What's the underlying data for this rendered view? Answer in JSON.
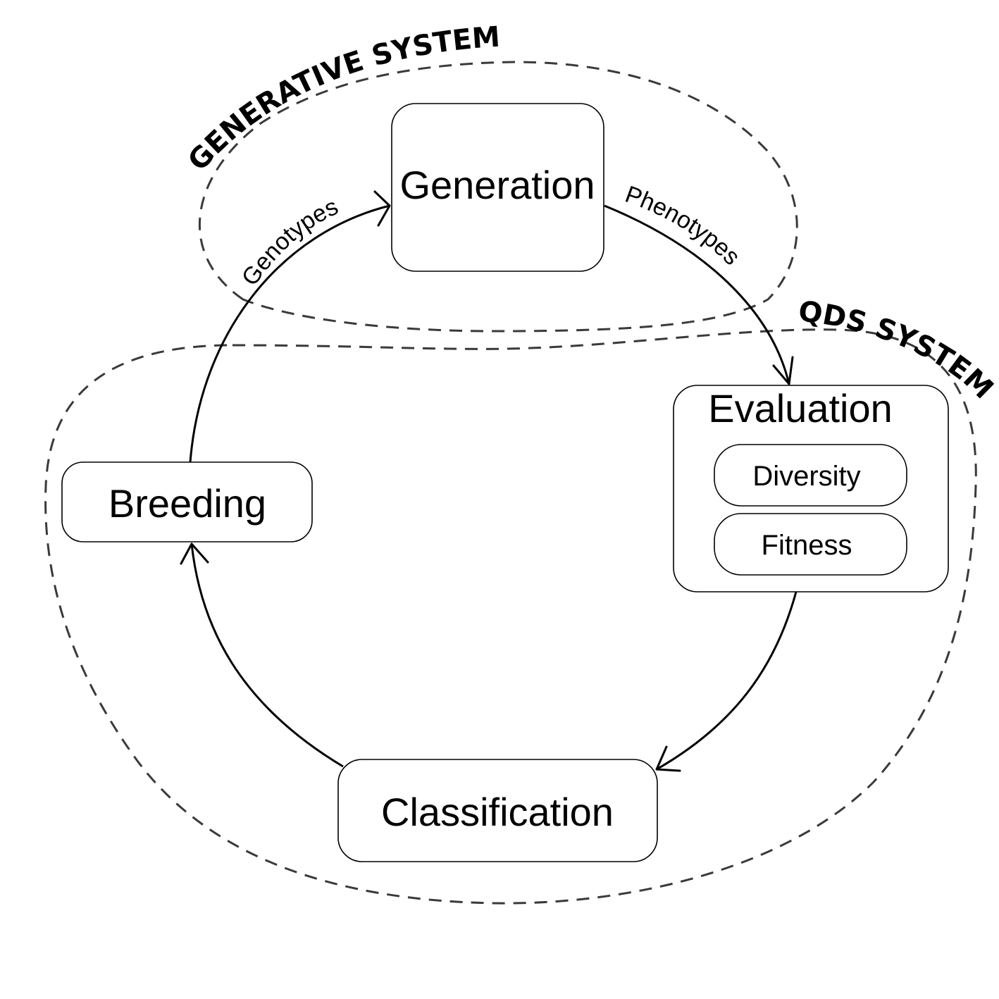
{
  "groups": {
    "generative": {
      "label": "GENERATIVE SYSTEM"
    },
    "qds": {
      "label": "QDS SYSTEM"
    }
  },
  "nodes": {
    "generation": {
      "label": "Generation"
    },
    "evaluation": {
      "label": "Evaluation"
    },
    "diversity": {
      "label": "Diversity"
    },
    "fitness": {
      "label": "Fitness"
    },
    "classification": {
      "label": "Classification"
    },
    "breeding": {
      "label": "Breeding"
    }
  },
  "edges": {
    "genotypes": {
      "label": "Genotypes"
    },
    "phenotypes": {
      "label": "Phenotypes"
    }
  }
}
